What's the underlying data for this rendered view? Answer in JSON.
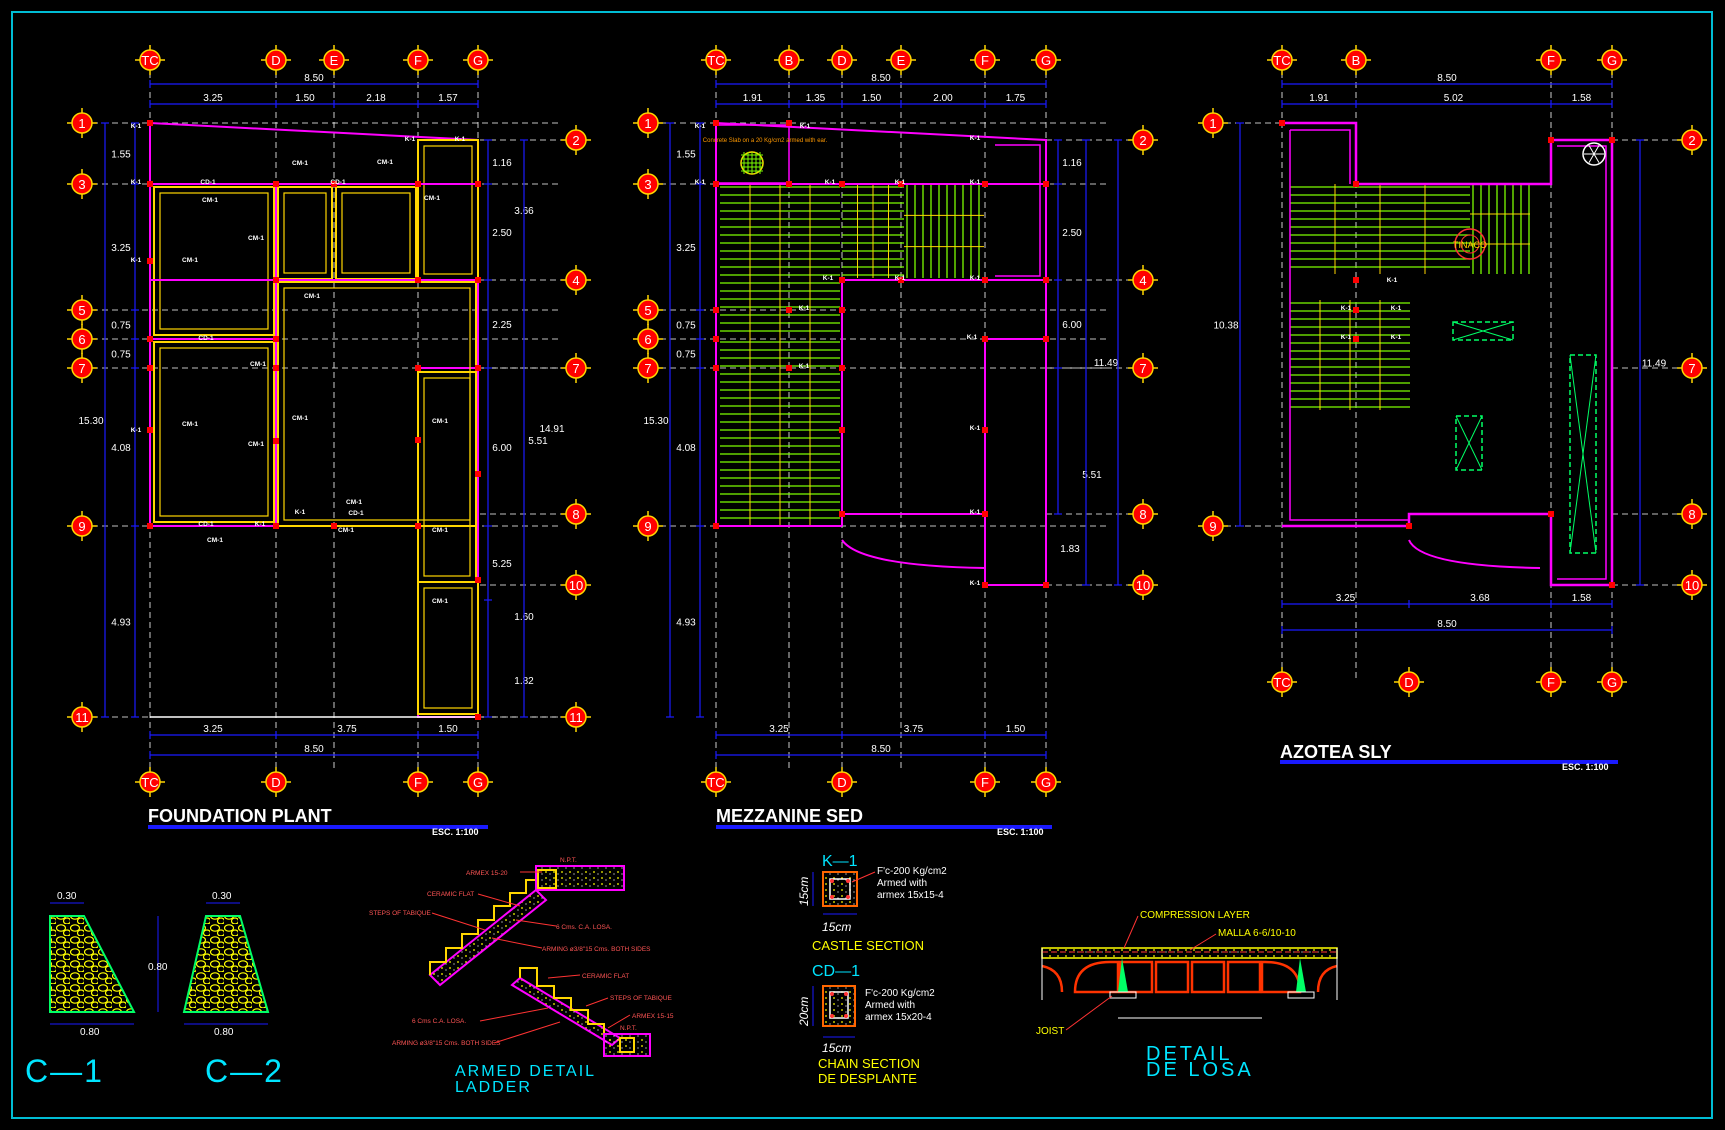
{
  "colors": {
    "background": "#000000",
    "frame": "#00bcd4",
    "dim": "#0000ff",
    "dim_text": "#ffffff",
    "grid_axis": "#ffffff",
    "bubble_fill": "#ff0000",
    "bubble_ring": "#ffd600",
    "bubble_text": "#ffffff",
    "wall": "#ff00ff",
    "beam": "#ffff00",
    "joist": "#7cfc00",
    "column": "#ff0000",
    "label": "#ffffff",
    "cyan_text": "#00e5ff",
    "yellow_text": "#ffff00"
  },
  "plans": [
    {
      "id": "foundation",
      "title": "FOUNDATION PLANT",
      "scale": "ESC. 1:100",
      "col_labels": [
        "TC",
        "D",
        "E",
        "F",
        "G"
      ],
      "row_labels": [
        "1",
        "3",
        "5",
        "6",
        "7",
        "9",
        "11"
      ],
      "right_labels": [
        "2",
        "4",
        "7",
        "8",
        "10",
        "11"
      ],
      "bottom_labels": [
        "TC",
        "D",
        "F",
        "G"
      ],
      "top_total": "8.50",
      "top_dims": [
        "3.25",
        "1.50",
        "2.18",
        "1.57"
      ],
      "bottom_dims": [
        "3.25",
        "3.75",
        "1.50"
      ],
      "bottom_total": "8.50",
      "left_dims": [
        "1.55",
        "3.25",
        "0.75",
        "0.75",
        "4.08",
        "4.93"
      ],
      "left_total": "15.30",
      "right_dims": [
        "1.16",
        "2.50",
        "2.25",
        "6.00",
        "5.51",
        "5.25",
        "1.60",
        "1.82"
      ],
      "right_extra": [
        "3.66",
        "14.91"
      ],
      "tags": [
        "K-1",
        "CM-1",
        "CD-1"
      ]
    },
    {
      "id": "mezzanine",
      "title": "MEZZANINE SED",
      "scale": "ESC. 1:100",
      "col_labels": [
        "TC",
        "B",
        "D",
        "E",
        "F",
        "G"
      ],
      "row_labels": [
        "1",
        "3",
        "5",
        "6",
        "7",
        "9"
      ],
      "right_labels": [
        "2",
        "4",
        "7",
        "8",
        "10"
      ],
      "bottom_labels": [
        "TC",
        "D",
        "F",
        "G"
      ],
      "top_total": "8.50",
      "top_dims": [
        "1.91",
        "1.35",
        "1.50",
        "2.00",
        "1.75"
      ],
      "bottom_dims": [
        "3.25",
        "3.75",
        "1.50"
      ],
      "bottom_total": "8.50",
      "left_dims": [
        "1.55",
        "3.25",
        "0.75",
        "0.75",
        "4.08",
        "4.93"
      ],
      "left_total": "15.30",
      "right_dims": [
        "1.16",
        "2.50",
        "6.00",
        "5.51",
        "1.83"
      ],
      "right_extra": [
        "11.49"
      ],
      "note": "Concrete Slab on a 20 Kg/cm2 armed with ear."
    },
    {
      "id": "azotea",
      "title": "AZOTEA SLY",
      "scale": "ESC. 1:100",
      "col_labels": [
        "TC",
        "B",
        "F",
        "G"
      ],
      "row_labels": [
        "1",
        "9"
      ],
      "right_labels": [
        "2",
        "7",
        "8",
        "10"
      ],
      "bottom_labels": [
        "TC",
        "D",
        "F",
        "G"
      ],
      "top_total": "8.50",
      "top_dims": [
        "1.91",
        "5.02",
        "1.58"
      ],
      "bottom_dims": [
        "3.25",
        "3.68",
        "1.58"
      ],
      "bottom_total": "8.50",
      "left_total": "10.38",
      "right_extra": [
        "11.49"
      ],
      "tank": "TINACO"
    }
  ],
  "footings": {
    "c1": {
      "label": "C—1",
      "top": "0.30",
      "height": "0.80",
      "base": "0.80"
    },
    "c2": {
      "label": "C—2",
      "top": "0.30",
      "base": "0.80"
    }
  },
  "ladder": {
    "title_line1": "ARMED DETAIL",
    "title_line2": "LADDER",
    "notes": [
      "ARMEX 15-20",
      "CERAMIC FLAT",
      "STEPS OF TABIQUE",
      "6 Cms. C.A. LOSA.",
      "ARMING ø3/8\"15 Cms. BOTH SIDES",
      "N.P.T.",
      "CERAMIC FLAT",
      "STEPS OF TABIQUE",
      "ARMEX 15-15",
      "6 Cms C.A. LOSA.",
      "ARMING ø3/8\"15 Cms. BOTH SIDES",
      "N.P.T."
    ]
  },
  "castle": {
    "tag": "K—1",
    "spec1": "F'c-200 Kg/cm2",
    "spec2": "Armed with",
    "spec3": "armex 15x15-4",
    "dim_v": "15cm",
    "dim_h": "15cm",
    "caption": "CASTLE SECTION"
  },
  "chain": {
    "tag": "CD—1",
    "spec1": "F'c-200 Kg/cm2",
    "spec2": "Armed with",
    "spec3": "armex 15x20-4",
    "dim_v": "20cm",
    "dim_h": "15cm",
    "caption1": "CHAIN SECTION",
    "caption2": "DE DESPLANTE"
  },
  "losa": {
    "layer": "COMPRESSION LAYER",
    "mesh": "MALLA 6-6/10-10",
    "joist": "JOIST",
    "title1": "DETAIL",
    "title2": "DE LOSA"
  }
}
